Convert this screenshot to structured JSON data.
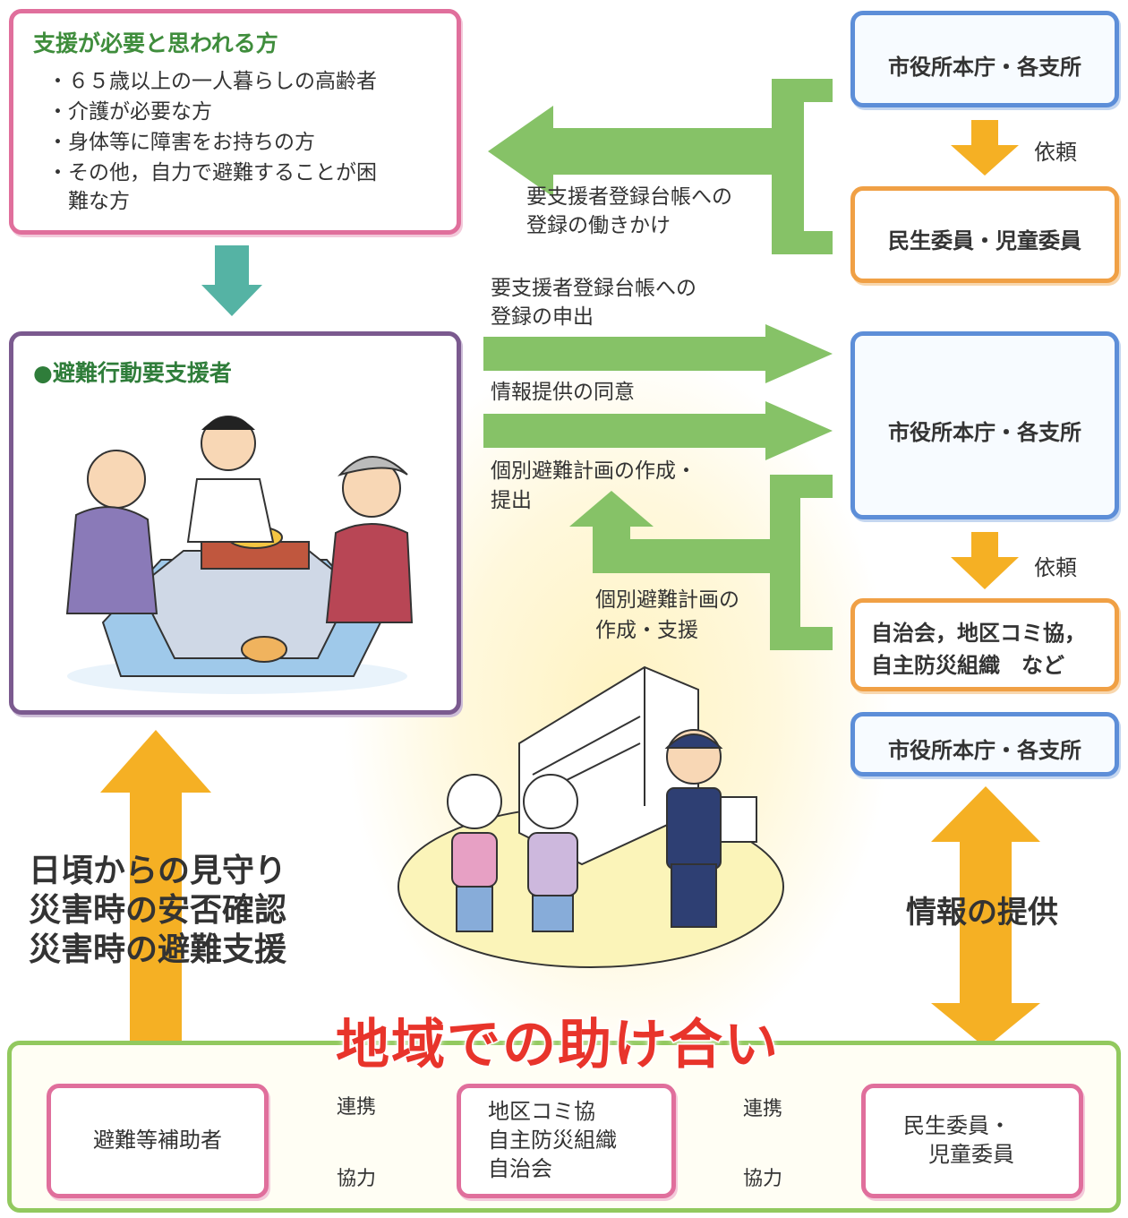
{
  "support_needed": {
    "title": "支援が必要と思われる方",
    "items": [
      "・６５歳以上の一人暮らしの高齢者",
      "・介護が必要な方",
      "・身体等に障害をお持ちの方",
      "・その他，自力で避難することが困",
      "　難な方"
    ]
  },
  "evacuee_box": {
    "title": "●避難行動要支援者"
  },
  "city_office_label": "市役所本庁・各支所",
  "request_label": "依頼",
  "minsei_label": "民生委員・児童委員",
  "jichikai": {
    "line1": "自治会，地区コミ協，",
    "line2": "自主防災組織　など"
  },
  "flow_labels": {
    "register_encourage_1": "要支援者登録台帳への",
    "register_encourage_2": "登録の働きかけ",
    "register_apply_1": "要支援者登録台帳への",
    "register_apply_2": "登録の申出",
    "consent": "情報提供の同意",
    "plan_submit_1": "個別避難計画の作成・",
    "plan_submit_2": "提出",
    "plan_support_1": "個別避難計画の",
    "plan_support_2": "作成・支援"
  },
  "watch": {
    "line1": "日頃からの見守り",
    "line2": "災害時の安否確認",
    "line3": "災害時の避難支援"
  },
  "info_provide": "情報の提供",
  "community_title": "地域での助け合い",
  "bottom": {
    "helper": "避難等補助者",
    "org_1": "地区コミ協",
    "org_2": "自主防災組織",
    "org_3": "自治会",
    "minsei_1": "民生委員・",
    "minsei_2": "児童委員",
    "cooperate": "連携",
    "help": "協力"
  },
  "colors": {
    "green_arrow": "#86c267",
    "orange_arrow": "#f5b024",
    "teal_arrow": "#55b3a4",
    "banner_red": "#e8342b"
  }
}
